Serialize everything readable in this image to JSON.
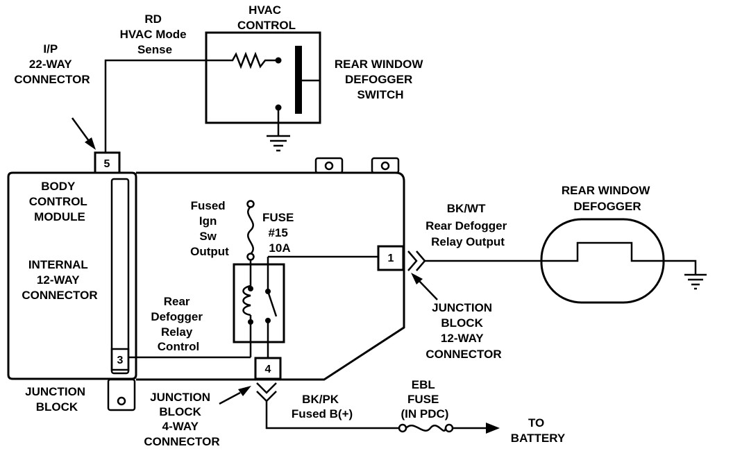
{
  "labels": {
    "rd_hvac_mode_sense": [
      "RD",
      "HVAC Mode",
      "Sense"
    ],
    "hvac_control": [
      "HVAC",
      "CONTROL"
    ],
    "rear_window_defogger_switch": [
      "REAR WINDOW",
      "DEFOGGER",
      "SWITCH"
    ],
    "ip_22way_connector": [
      "I/P",
      "22-WAY",
      "CONNECTOR"
    ],
    "body_control_module": [
      "BODY",
      "CONTROL",
      "MODULE"
    ],
    "internal_12way_connector": [
      "INTERNAL",
      "12-WAY",
      "CONNECTOR"
    ],
    "fused_ign_sw_output": [
      "Fused",
      "Ign",
      "Sw",
      "Output"
    ],
    "fuse15": [
      "FUSE",
      "#15",
      "10A"
    ],
    "bk_wt": [
      "BK/WT",
      "Rear Defogger",
      "Relay Output"
    ],
    "rear_window_defogger": [
      "REAR WINDOW",
      "DEFOGGER"
    ],
    "rear_defogger_relay_control": [
      "Rear",
      "Defogger",
      "Relay",
      "Control"
    ],
    "junction_block_12way": [
      "JUNCTION",
      "BLOCK",
      "12-WAY",
      "CONNECTOR"
    ],
    "junction_block": [
      "JUNCTION",
      "BLOCK"
    ],
    "junction_block_4way": [
      "JUNCTION",
      "BLOCK",
      "4-WAY",
      "CONNECTOR"
    ],
    "bk_pk": [
      "BK/PK",
      "Fused B(+)"
    ],
    "ebl_fuse": [
      "EBL",
      "FUSE",
      "(IN PDC)"
    ],
    "to_battery": [
      "TO",
      "BATTERY"
    ]
  },
  "pins": {
    "p5": "5",
    "p1": "1",
    "p3": "3",
    "p4": "4"
  },
  "colors": {
    "ink": "#000000",
    "background": "#ffffff"
  }
}
